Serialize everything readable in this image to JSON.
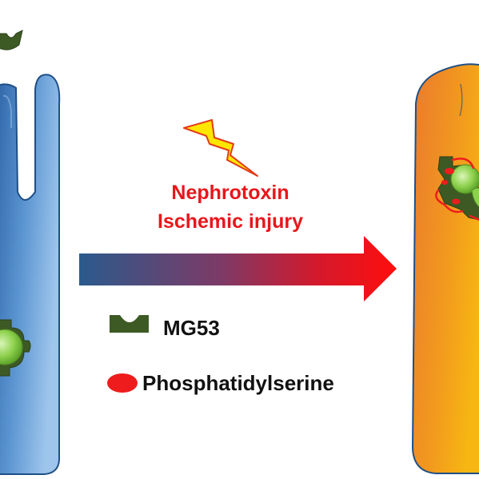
{
  "labels": {
    "cause_line_1": "Nephrotoxin",
    "cause_line_2": "Ischemic injury"
  },
  "legend": {
    "mg53": "MG53",
    "phosphatidylserine": "Phosphatidylserine"
  },
  "colors": {
    "healthy_cell": "#5b8fc9",
    "injured_cell": "#f07c2a",
    "mg53": "#3d5a24",
    "vesicle": "#8bd14a",
    "phosphatidylserine": "#ee1c1c",
    "lightning": "#ffe600",
    "arrow_start": "#2e5b8e",
    "arrow_end": "#ff1010"
  }
}
